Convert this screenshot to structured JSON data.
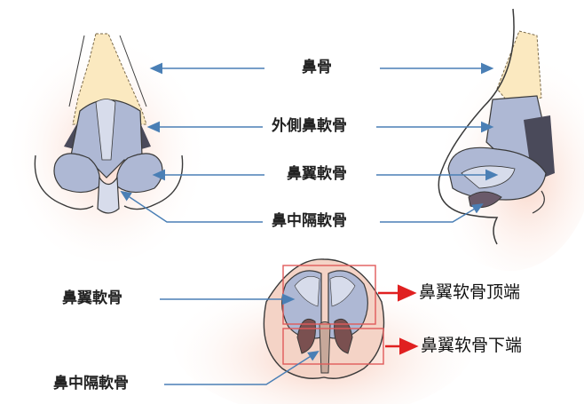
{
  "labels": {
    "nasal_bone": "鼻骨",
    "upper_lateral_cartilage": "外側鼻軟骨",
    "alar_cartilage_top": "鼻翼軟骨",
    "septal_cartilage_top": "鼻中隔軟骨",
    "alar_cartilage_bottom": "鼻翼軟骨",
    "septal_cartilage_bottom": "鼻中隔軟骨",
    "alar_tip_upper": "鼻翼软骨顶端",
    "alar_tip_lower": "鼻翼软骨下端"
  },
  "colors": {
    "arrow_blue": "#4a7fb5",
    "arrow_red": "#e02020",
    "box_red": "#e05a5a",
    "bone_fill": "#fbe9c0",
    "cartilage_fill": "#aeb8d4",
    "cartilage_light": "#d7dceb",
    "skin_glow": "#f6c9b8",
    "outline": "#3a3a3a",
    "dark_shadow": "#4a4a5a"
  }
}
